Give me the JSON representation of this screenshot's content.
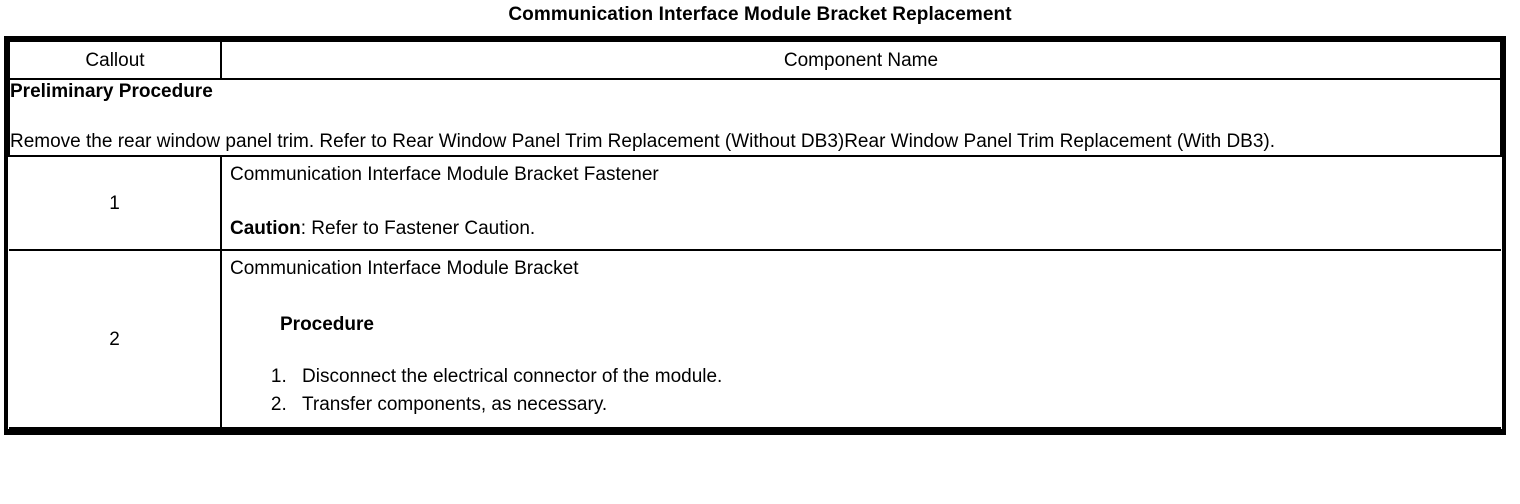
{
  "document": {
    "title": "Communication Interface Module Bracket Replacement"
  },
  "table": {
    "headers": {
      "callout": "Callout",
      "component_name": "Component Name"
    },
    "preliminary": {
      "heading": "Preliminary Procedure",
      "text": "Remove the rear window panel trim. Refer to Rear Window Panel Trim Replacement (Without DB3)Rear Window Panel Trim Replacement (With DB3)."
    },
    "rows": [
      {
        "callout": "1",
        "component": "Communication Interface Module Bracket Fastener",
        "caution_label": "Caution",
        "caution_text": ": Refer to Fastener Caution."
      },
      {
        "callout": "2",
        "component": "Communication Interface Module Bracket",
        "procedure_heading": "Procedure",
        "steps": [
          "Disconnect the electrical connector of the module.",
          "Transfer components, as necessary."
        ]
      }
    ]
  }
}
